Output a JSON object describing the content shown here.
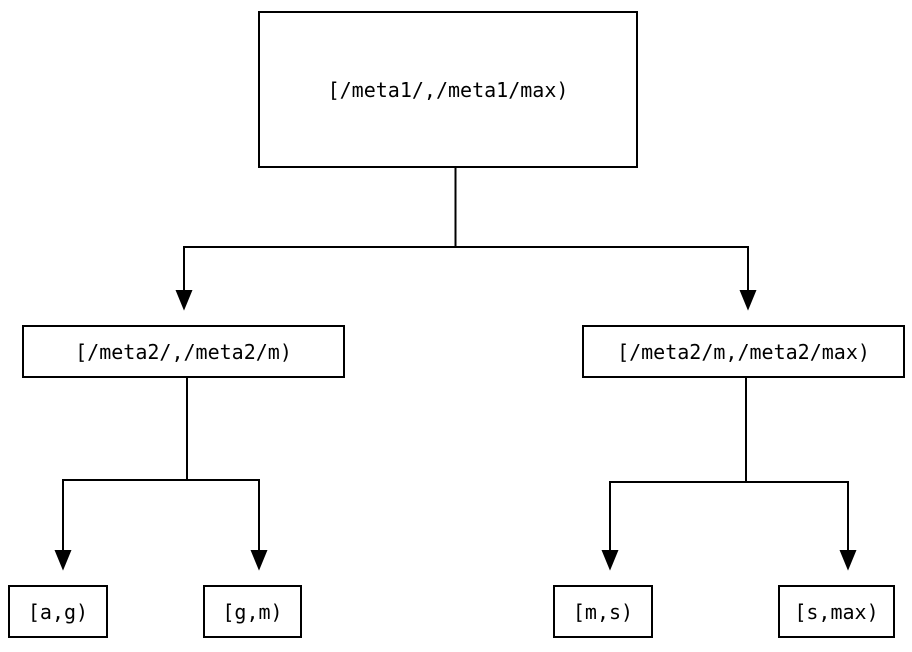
{
  "tree": {
    "root": {
      "label": "[/meta1/,/meta1/max)",
      "children": [
        {
          "label": "[/meta2/,/meta2/m)",
          "children": [
            {
              "label": "[a,g)"
            },
            {
              "label": "[g,m)"
            }
          ]
        },
        {
          "label": "[/meta2/m,/meta2/max)",
          "children": [
            {
              "label": "[m,s)"
            },
            {
              "label": "[s,max)"
            }
          ]
        }
      ]
    }
  },
  "style": {
    "line_color": "#000000",
    "box_border_color": "#000000",
    "text_color": "#000000",
    "background_color": "#ffffff"
  }
}
